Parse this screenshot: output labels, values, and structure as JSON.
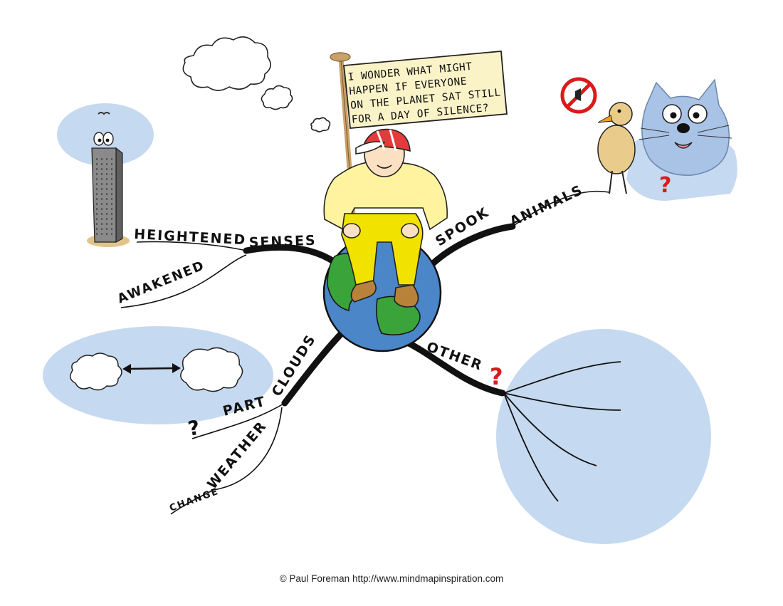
{
  "flag": {
    "lines": [
      "I WONDER WHAT MIGHT",
      "HAPPEN IF EVERYONE",
      "ON THE PLANET SAT STILL",
      "FOR A DAY OF SILENCE?"
    ]
  },
  "branches": {
    "heightened": "HEIGHTENED",
    "senses": "SENSES",
    "awakened": "AWAKENED",
    "spook": "SPOOK",
    "animals": "ANIMALS",
    "other": "OTHER",
    "other_mark": "?",
    "part": "PART",
    "clouds": "CLOUDS",
    "part_mark": "?",
    "change": "CHANGE",
    "weather": "WEATHER"
  },
  "cat_mark": "?",
  "footer": "© Paul Foreman http://www.mindmapinspiration.com",
  "colors": {
    "bubble_blue": "#c5d9f0",
    "ocean": "#4a86c8",
    "land": "#3aa33a",
    "shirt": "#fff3a0",
    "pants": "#f2e200",
    "question_red": "#d81b1b",
    "building": "#8a8a8a"
  }
}
